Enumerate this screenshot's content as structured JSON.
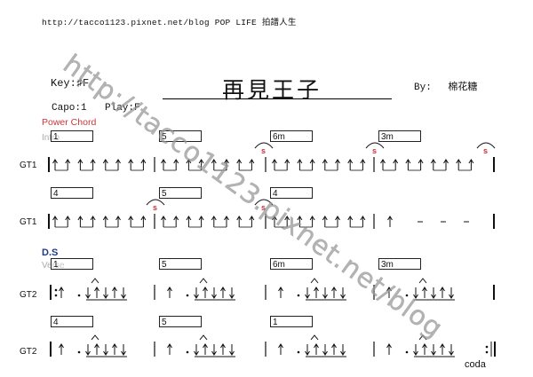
{
  "header": {
    "source_line": "http://tacco1123.pixnet.net/blog POP LIFE 拍譜人生"
  },
  "song": {
    "title": "再見王子",
    "key_label": "Key:♯F",
    "by_label": "By:",
    "by_name": "棉花糖",
    "capo_label": "Capo:1",
    "play_label": "Play:F"
  },
  "sections": {
    "power_chord": "Power Chord",
    "intro": "Intro",
    "ds": "D.S",
    "verse": "Verse"
  },
  "tracks": {
    "gt1": "GT1",
    "gt2": "GT2"
  },
  "rows": [
    {
      "chords": [
        "1",
        "5",
        "6m",
        "3m"
      ]
    },
    {
      "chords": [
        "4",
        "5",
        "4"
      ]
    },
    {
      "chords": [
        "1",
        "5",
        "6m",
        "3m"
      ]
    },
    {
      "chords": [
        "4",
        "5",
        "1"
      ]
    }
  ],
  "slide_marks": [
    "s",
    "s",
    "s",
    "s",
    "s"
  ],
  "coda_label": "coda",
  "watermark_text": "http://tacco1123.pixnet.net/blog",
  "colors": {
    "ink": "#111111",
    "power_chord": "#c8353c",
    "ds": "#213b80",
    "ghost": "#aaaaaa",
    "watermark": "#9a9a9a"
  }
}
